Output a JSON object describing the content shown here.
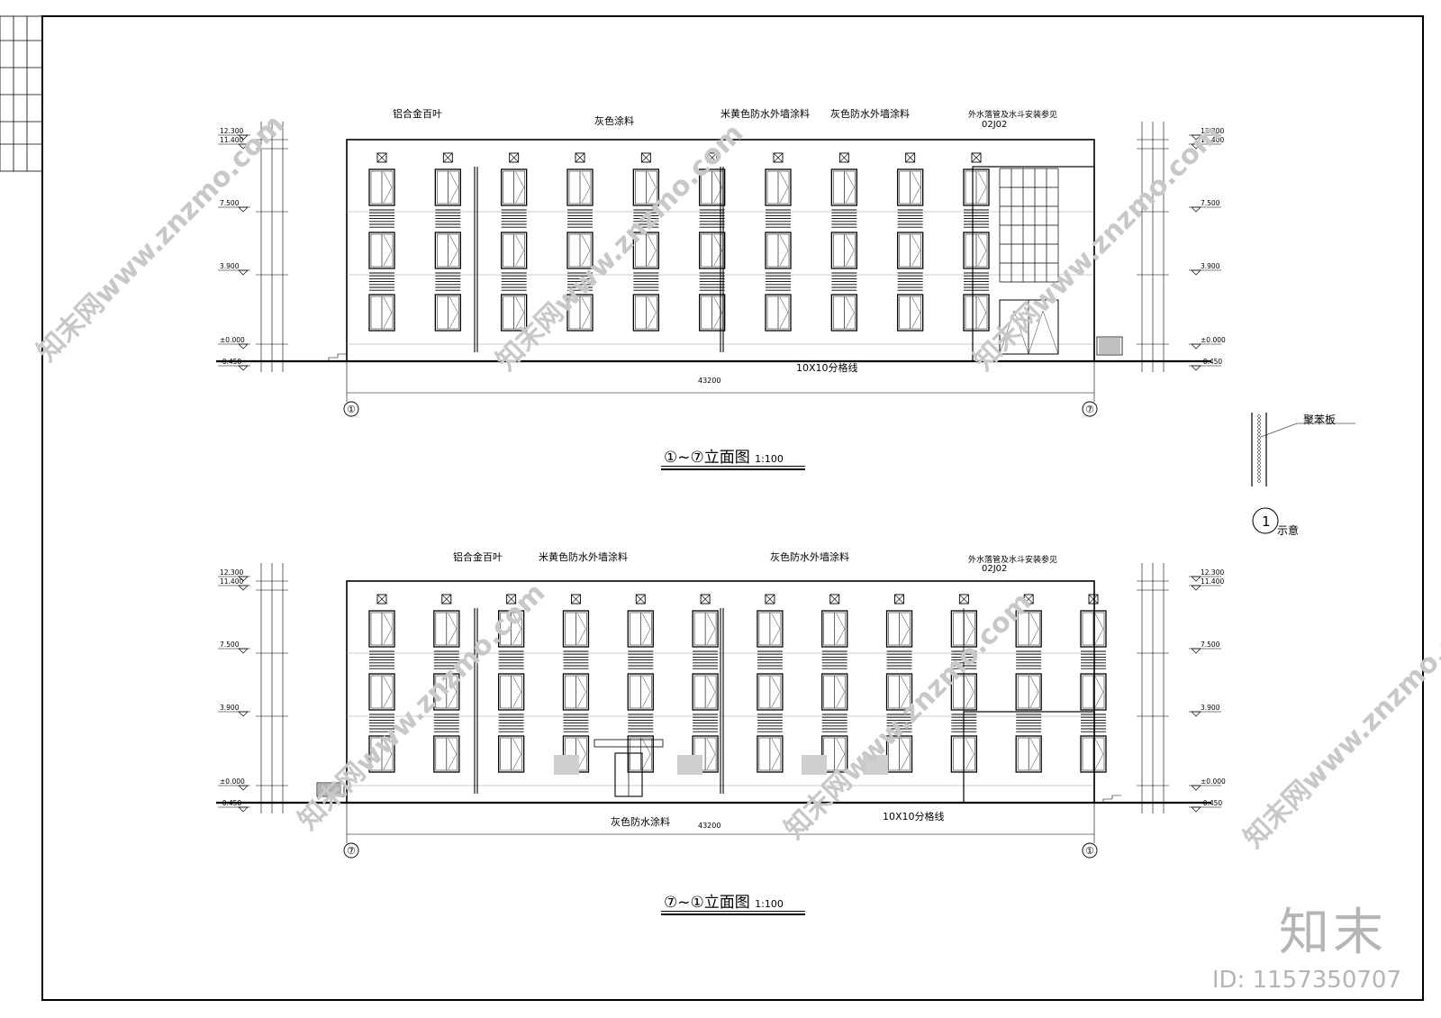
{
  "drawing": {
    "elev1_title": "①~⑦立面图",
    "elev1_scale": "1:100",
    "elev2_title": "⑦~①立面图",
    "elev2_scale": "1:100",
    "detail_caption": "示意",
    "detail_label": "聚苯板"
  },
  "annotations": {
    "alu_louver": "铝合金百叶",
    "grey_coating": "灰色涂料",
    "beige_paint": "米黄色防水外墙涂料",
    "grey_paint": "灰色防水外墙涂料",
    "grey_waterproof": "灰色防水涂料",
    "downpipe_note": "外水落管及水斗安装参见",
    "std_ref": "02J02",
    "grid_note": "10X10分格线",
    "total_length": "43200"
  },
  "levels": [
    "12.300",
    "11.400",
    "7.500",
    "3.900",
    "±0.000",
    "-0.450"
  ],
  "axis_labels": [
    "①",
    "⑦"
  ],
  "watermark": {
    "brand": "知末",
    "id": "ID: 1157350707",
    "site": "知末网www.znzmo.com"
  },
  "colors": {
    "line": "#000000",
    "watermark": "#c8c8c8",
    "fill": "#cfcfcf"
  }
}
